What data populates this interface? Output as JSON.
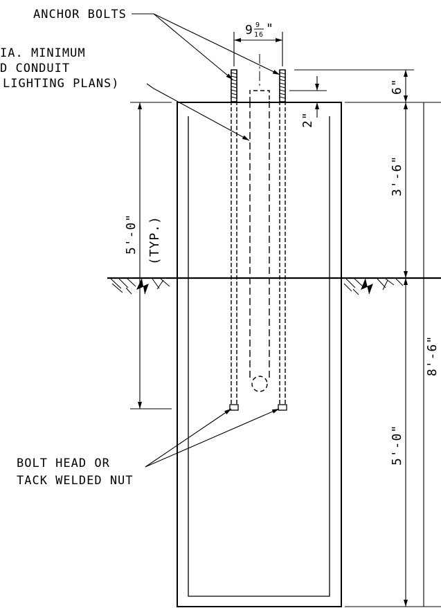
{
  "labels": {
    "anchor_bolts": "ANCHOR BOLTS",
    "conduit_line1": "IA. MINIMUM",
    "conduit_line2": "D CONDUIT",
    "conduit_line3": "LIGHTING PLANS)",
    "bolt_head_line1": "BOLT HEAD OR",
    "bolt_head_line2": "TACK WELDED NUT"
  },
  "dimensions": {
    "bolt_spacing_whole": "9",
    "bolt_spacing_num": "9",
    "bolt_spacing_den": "16",
    "bolt_spacing_unit": "\"",
    "projection": "6\"",
    "conduit_projection": "2\"",
    "above_grade": "3'-6\"",
    "total_depth": "8'-6\"",
    "below_grade": "5'-0\"",
    "bolt_length": "5'-0\"",
    "bolt_length_note": "(TYP.)"
  }
}
